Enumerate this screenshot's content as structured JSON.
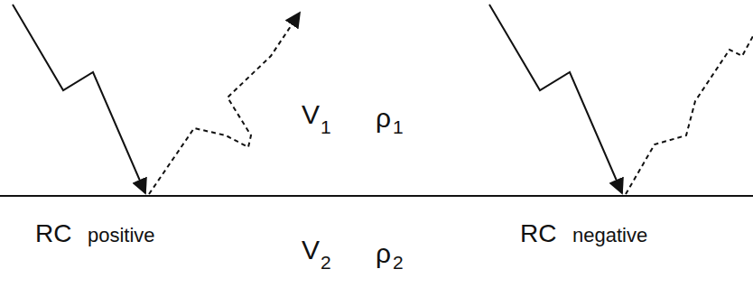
{
  "diagram": {
    "labels": [
      "V",
      "1",
      "ρ",
      "1",
      "V",
      "2",
      "ρ",
      "2",
      "RC",
      "positive",
      "RC",
      "negative"
    ]
  }
}
